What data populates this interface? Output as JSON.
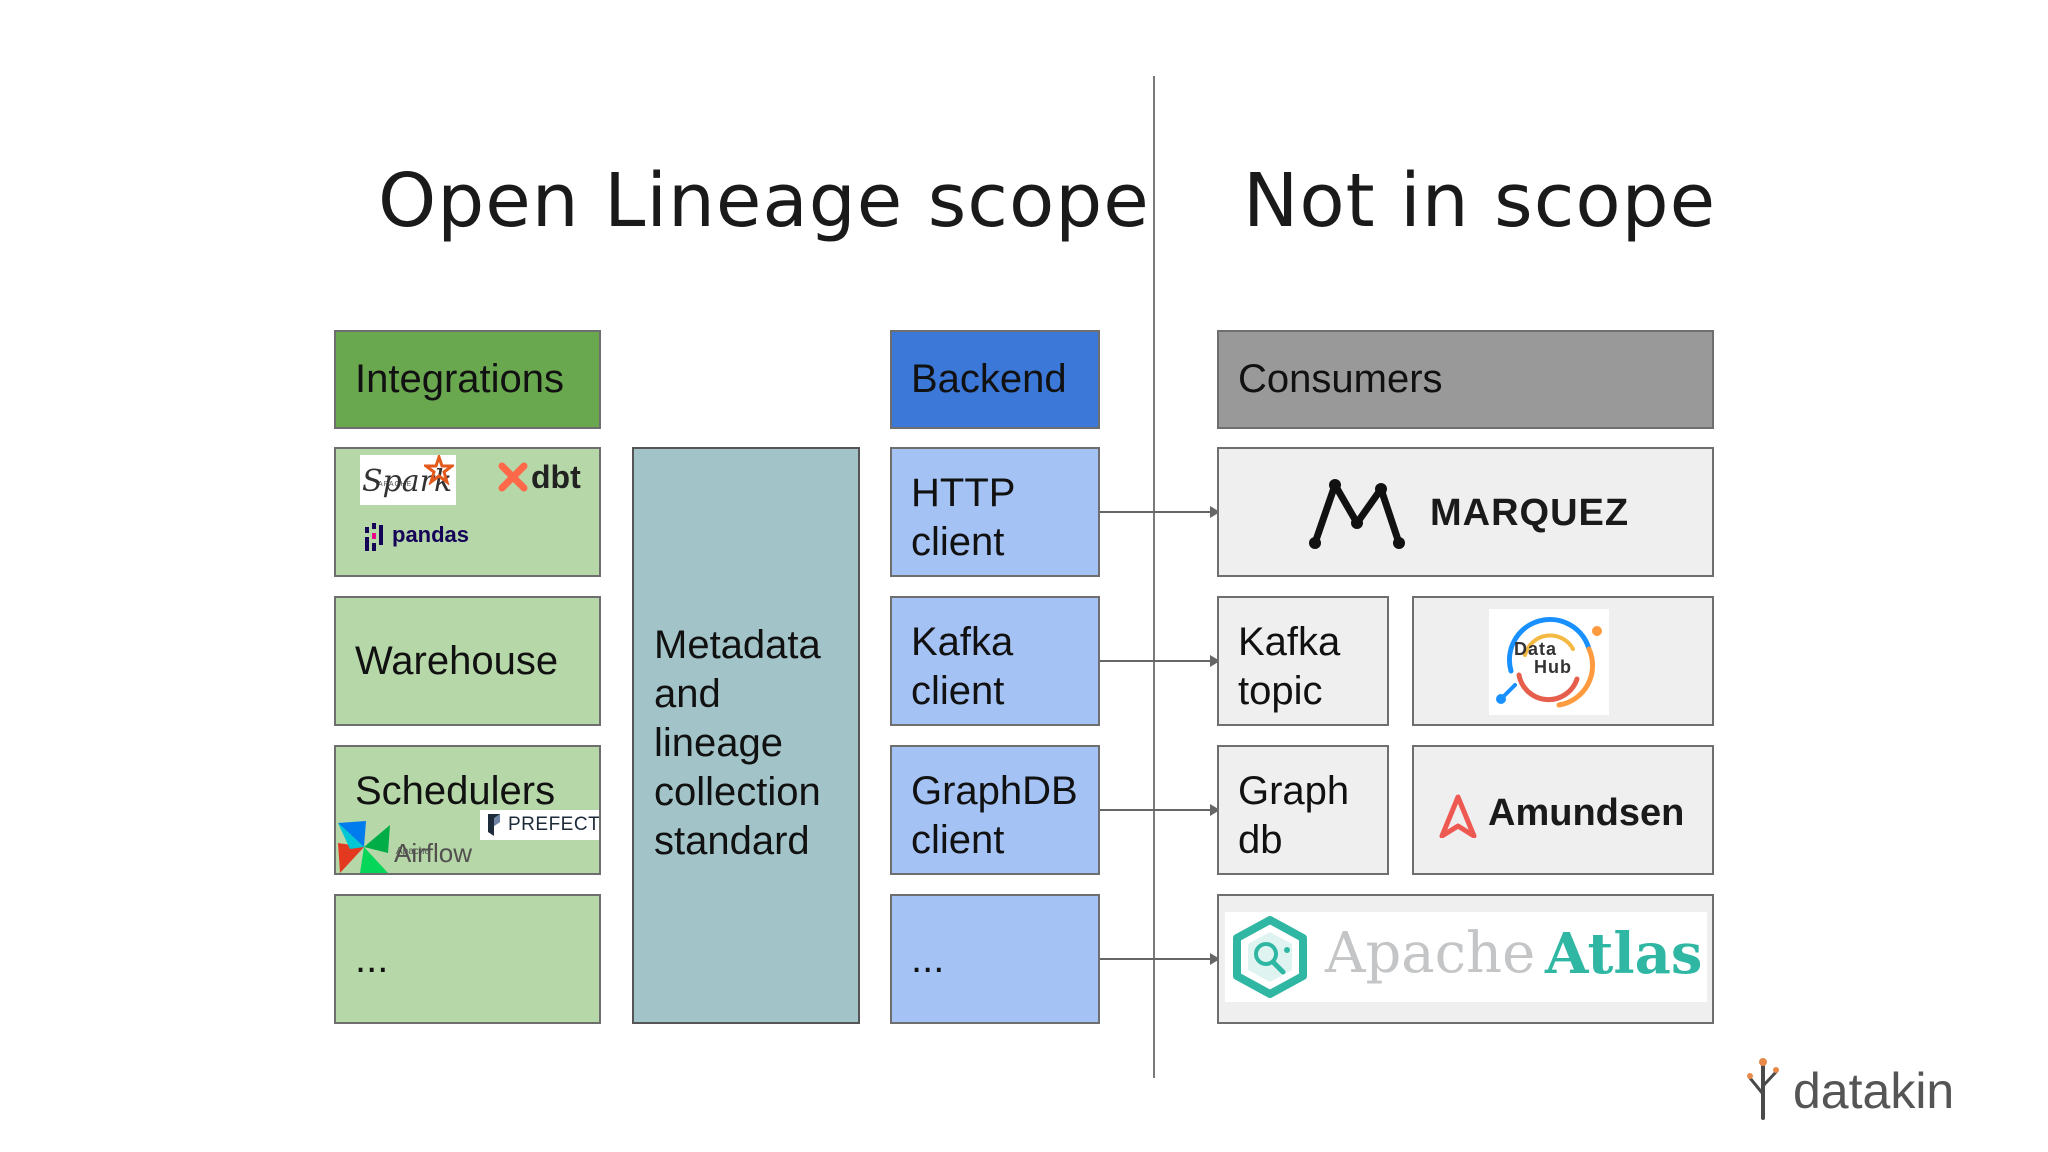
{
  "titles": {
    "left": "Open Lineage scope",
    "right": "Not in scope"
  },
  "integrations": {
    "header": "Integrations",
    "logos": {
      "spark_small": "APACHE",
      "spark": "Spark",
      "dbt": "dbt",
      "pandas": "pandas"
    },
    "warehouse": "Warehouse",
    "schedulers": {
      "label": "Schedulers",
      "airflow_small": "Apache",
      "airflow": "Airflow",
      "prefect": "PREFECT"
    },
    "more": "..."
  },
  "standard": {
    "line1": "Metadata",
    "line2": "and",
    "line3": "lineage",
    "line4": "collection",
    "line5": "standard"
  },
  "backend": {
    "header": "Backend",
    "items": [
      {
        "line1": "HTTP",
        "line2": "client"
      },
      {
        "line1": "Kafka",
        "line2": "client"
      },
      {
        "line1": "GraphDB",
        "line2": "client"
      }
    ],
    "more": "..."
  },
  "consumers": {
    "header": "Consumers",
    "marquez": "MARQUEZ",
    "kafka_topic": {
      "line1": "Kafka",
      "line2": "topic"
    },
    "datahub": {
      "line1": "Data",
      "line2": "Hub"
    },
    "graph_db": {
      "line1": "Graph",
      "line2": "db"
    },
    "amundsen": "Amundsen",
    "atlas": {
      "part1": "Apache",
      "part2": "Atlas"
    }
  },
  "brand": "datakin",
  "colors": {
    "integrations_header": "#6aa84f",
    "integrations_item": "#b6d7a8",
    "backend_header": "#3c78d8",
    "backend_item": "#a4c2f4",
    "consumers_header": "#999999",
    "consumers_item": "#efeff0",
    "standard": "#a2c4c9",
    "atlas": "#2fb7a3",
    "amundsen": "#ee5a52",
    "datakin": "#e8894a"
  }
}
